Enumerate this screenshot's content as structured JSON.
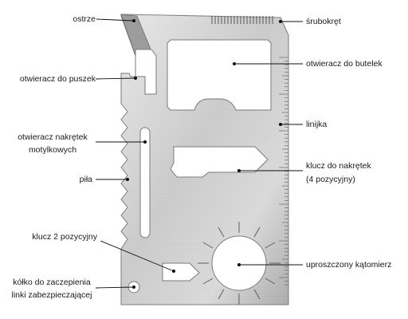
{
  "diagram": {
    "left_labels": [
      {
        "id": "ostrze",
        "lines": [
          "ostrze"
        ]
      },
      {
        "id": "otwieracz-do-puszek",
        "lines": [
          "otwieracz do puszek"
        ]
      },
      {
        "id": "otwieracz-nakretek",
        "lines": [
          "otwieracz nakrętek",
          "motylkowych"
        ]
      },
      {
        "id": "pila",
        "lines": [
          "piła"
        ]
      },
      {
        "id": "klucz-2",
        "lines": [
          "klucz 2 pozycyjny"
        ]
      },
      {
        "id": "kolko",
        "lines": [
          "kółko do zaczepienia",
          "linki zabezpieczającej"
        ]
      }
    ],
    "right_labels": [
      {
        "id": "srubokret",
        "lines": [
          "śrubokręt"
        ]
      },
      {
        "id": "otwieracz-do-butelek",
        "lines": [
          "otwieracz do butelek"
        ]
      },
      {
        "id": "linijka",
        "lines": [
          "linijka"
        ]
      },
      {
        "id": "klucz-4",
        "lines": [
          "klucz do nakrętek",
          "(4 pozycyjny)"
        ]
      },
      {
        "id": "katomierz",
        "lines": [
          "uproszczony kątomierz"
        ]
      }
    ],
    "colors": {
      "steel_light": "#dcdcdc",
      "steel_mid": "#b8b8b8",
      "steel_dark": "#8e8e8e",
      "hole": "#ffffff",
      "line": "#111111",
      "text": "#1a1a1a"
    }
  }
}
